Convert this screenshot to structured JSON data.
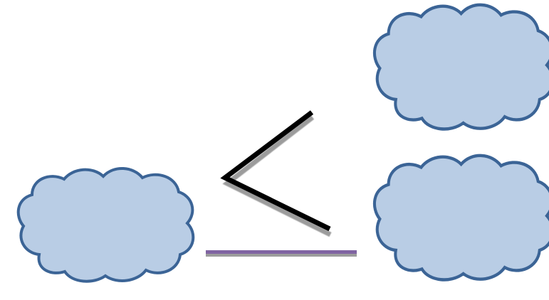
{
  "colors": {
    "background": "#ffffff",
    "cloud_fill": "#b9cde5",
    "cloud_stroke": "#3b6496",
    "connector_black": "#000000",
    "connector_shadow": "#9c9c9c",
    "bar_fill": "#8064a2",
    "bar_shadow": "#9c9c9c"
  },
  "diagram": {
    "clouds": [
      {
        "id": "cloud-left",
        "label": ""
      },
      {
        "id": "cloud-top-right",
        "label": ""
      },
      {
        "id": "cloud-bottom-right",
        "label": ""
      }
    ],
    "connector": {
      "shape": "less-than",
      "label": ""
    },
    "bar": {
      "label": ""
    }
  }
}
